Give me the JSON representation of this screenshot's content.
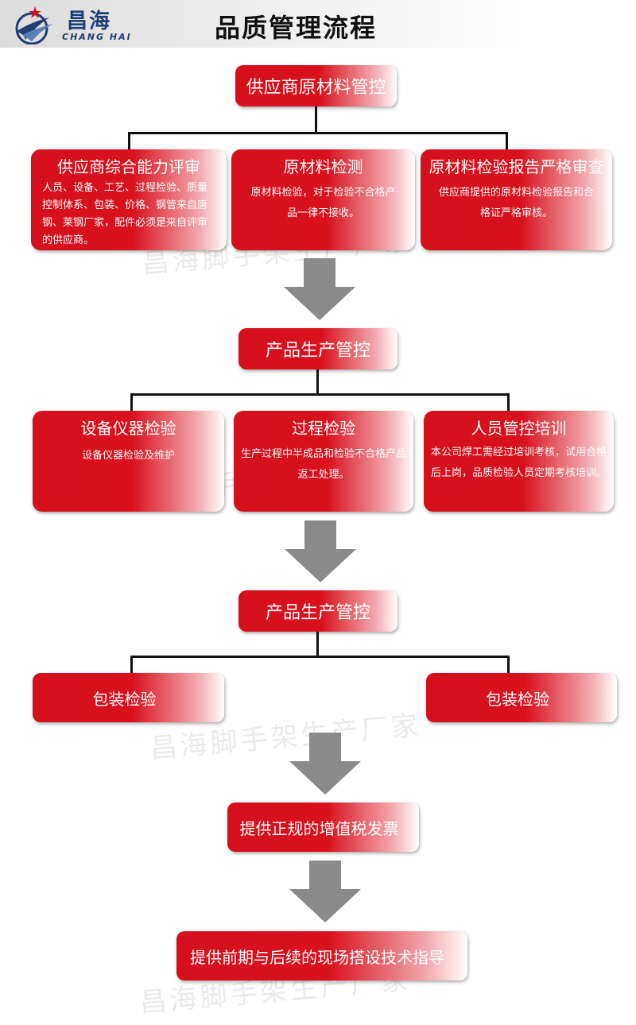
{
  "header": {
    "brand_cn": "昌海",
    "brand_en": "CHANG HAI",
    "title": "品质管理流程"
  },
  "stage1": {
    "main": "供应商原材料管控",
    "items": [
      {
        "title": "供应商综合能力评审",
        "desc": "人员、设备、工艺、过程检验、质量控制体系、包装、价格、钢管来自唐钢、莱钢厂家，配件必须是来自评审的供应商。"
      },
      {
        "title": "原材料检测",
        "desc": "原材料检验，对于检验不合格产品一律不接收。"
      },
      {
        "title": "原材料检验报告严格审查",
        "desc": "供应商提供的原材料检验报告和合格证严格审核。"
      }
    ]
  },
  "stage2": {
    "main": "产品生产管控",
    "items": [
      {
        "title": "设备仪器检验",
        "desc": "设备仪器检验及维护"
      },
      {
        "title": "过程检验",
        "desc": "生产过程中半成品和检验不合格产品返工处理。"
      },
      {
        "title": "人员管控培训",
        "desc": "本公司焊工需经过培训考核，试用合格后上岗，品质检验人员定期考核培训。"
      }
    ]
  },
  "stage3": {
    "main": "产品生产管控",
    "items": [
      {
        "title": "包装检验"
      },
      {
        "title": "包装检验"
      }
    ]
  },
  "stage4": {
    "main": "提供正规的增值税发票"
  },
  "stage5": {
    "main": "提供前期与后续的现场搭设技术指导"
  },
  "watermark": "昌海脚手架生产厂家",
  "colors": {
    "box_red": "#d8111d",
    "arrow_gray": "#8a8a8a",
    "brand_blue": "#1f3f74"
  }
}
